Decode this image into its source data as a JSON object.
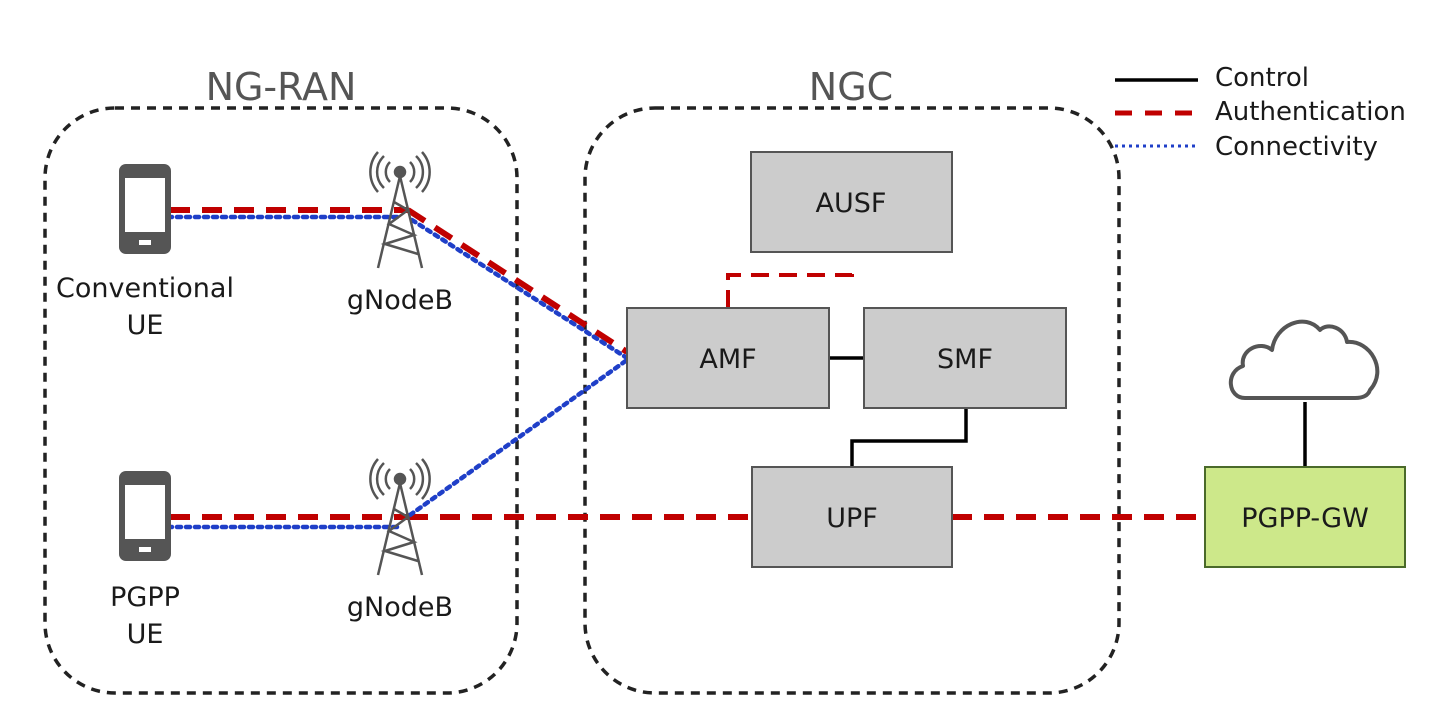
{
  "regions": {
    "ran": {
      "title": "NG-RAN"
    },
    "core": {
      "title": "NGC"
    }
  },
  "devices": {
    "conventional_ue": {
      "line1": "Conventional",
      "line2": "UE"
    },
    "pgpp_ue": {
      "line1": "PGPP",
      "line2": "UE"
    },
    "gnodeb_top": {
      "label": "gNodeB"
    },
    "gnodeb_bottom": {
      "label": "gNodeB"
    }
  },
  "functions": {
    "ausf": {
      "label": "AUSF"
    },
    "amf": {
      "label": "AMF"
    },
    "smf": {
      "label": "SMF"
    },
    "upf": {
      "label": "UPF"
    },
    "pgpp_gw": {
      "label": "PGPP-GW"
    }
  },
  "legend": {
    "items": [
      {
        "label": "Control",
        "style": "solid",
        "color": "#000000"
      },
      {
        "label": "Authentication",
        "style": "dashed",
        "color": "#c00000"
      },
      {
        "label": "Connectivity",
        "style": "dotted",
        "color": "#1f3fc8"
      }
    ]
  },
  "colors": {
    "box_fill": "#cccccc",
    "box_stroke": "#555555",
    "gateway_fill": "#cde88a",
    "gateway_stroke": "#4a6a2a",
    "icon_gray": "#555555",
    "region_border": "#222222"
  }
}
